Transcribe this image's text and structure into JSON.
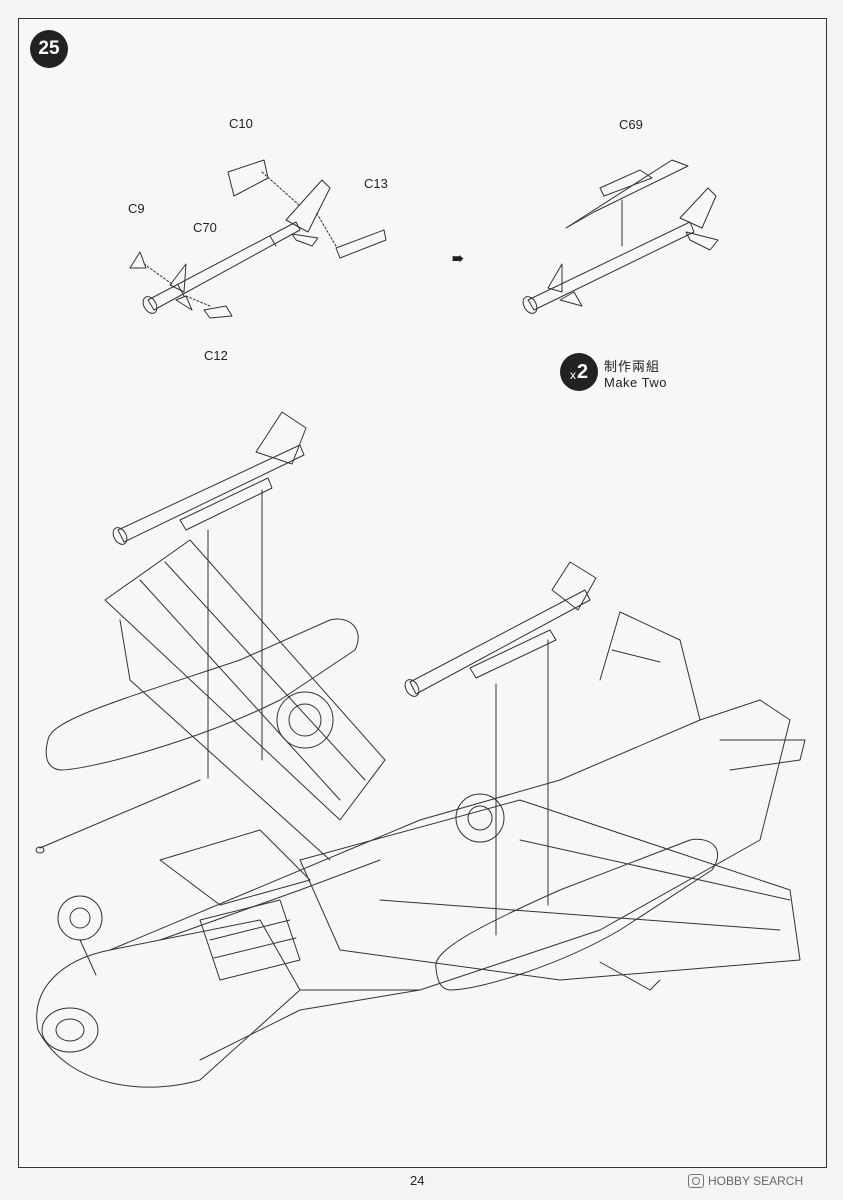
{
  "step": {
    "number": "25"
  },
  "parts": {
    "c10": "C10",
    "c13": "C13",
    "c9": "C9",
    "c70": "C70",
    "c12": "C12",
    "c69": "C69"
  },
  "make": {
    "multiplier_x": "x",
    "multiplier_n": "2",
    "label_cn": "制作兩組",
    "label_en": "Make Two"
  },
  "page_number": "24",
  "watermark": "HOBBY SEARCH",
  "icons": [
    "arrow-right-icon",
    "hobby-search-logo-icon"
  ]
}
